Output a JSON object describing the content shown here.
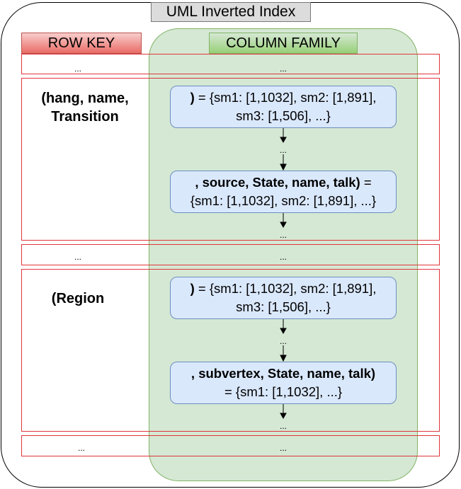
{
  "title": "UML Inverted Index",
  "headers": {
    "row_key": "ROW KEY",
    "column_family": "COLUMN FAMILY"
  },
  "ellipsis": "...",
  "rows": {
    "row1": {
      "key": "...",
      "value": "..."
    },
    "row2": {
      "key_line1": "(hang, name,",
      "key_line2": "Transition",
      "cell1": {
        "bold": ")",
        "rest": " = {sm1: [1,1032], sm2: [1,891],",
        "line2": "sm3: [1,506], ...}"
      },
      "cell2": {
        "bold": ", source, State, name, talk)",
        "rest": " =",
        "line2": "{sm1: [1,1032], sm2: [1,891], ...}"
      }
    },
    "row3": {
      "key": "...",
      "value": "..."
    },
    "row4": {
      "key_line1": "(Region",
      "cell1": {
        "bold": ")",
        "rest": " = {sm1: [1,1032], sm2: [1,891],",
        "line2": "sm3: [1,506], ...}"
      },
      "cell2": {
        "bold": ", subvertex, State, name, talk)",
        "line2": "= {sm1: [1,1032], ...}"
      }
    },
    "row5": {
      "key": "...",
      "value": "..."
    }
  },
  "colors": {
    "row_border": "#e0353b",
    "family_fill": "#d5e8d4",
    "cell_fill": "#dae8fc",
    "cell_border": "#6c8ebf"
  }
}
